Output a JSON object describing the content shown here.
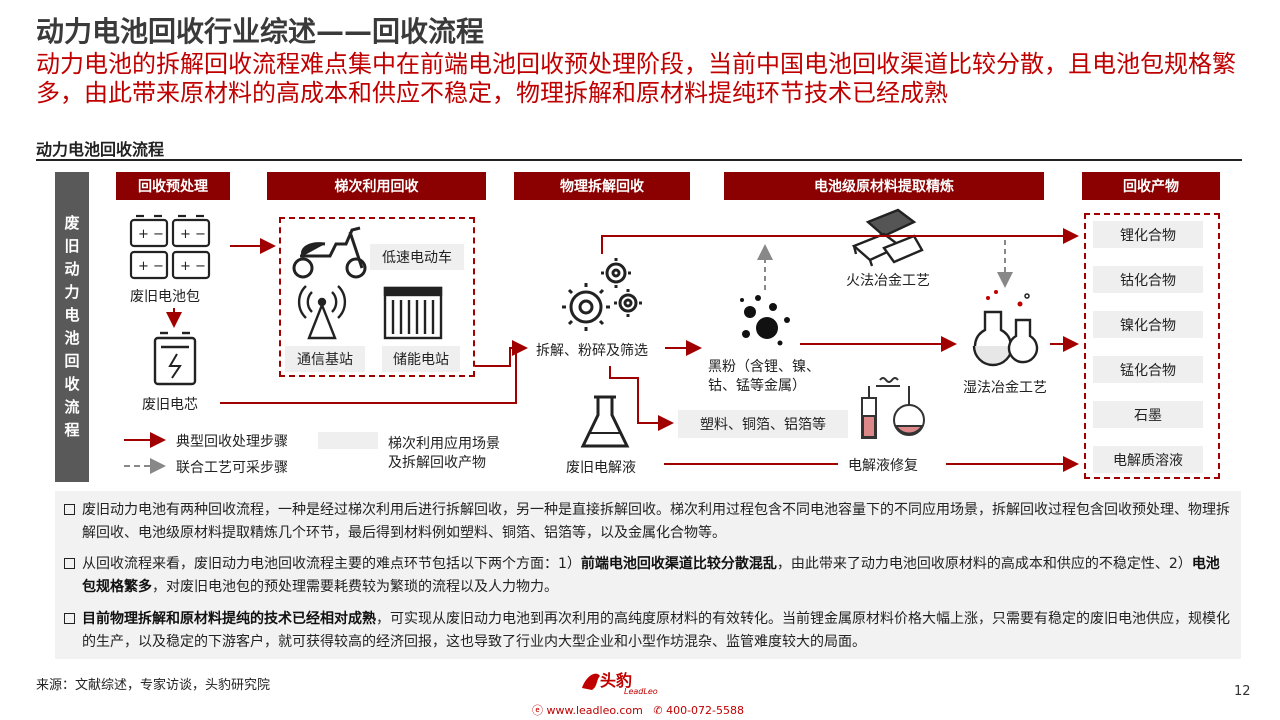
{
  "header": {
    "title": "动力电池回收行业综述——回收流程",
    "subtitle": "动力电池的拆解回收流程难点集中在前端电池回收预处理阶段，当前中国电池回收渠道比较分散，且电池包规格繁多，由此带来原材料的高成本和供应不稳定，物理拆解和原材料提纯环节技术已经成熟"
  },
  "section": {
    "heading": "动力电池回收流程"
  },
  "sidebar": {
    "chars": [
      "废",
      "旧",
      "动",
      "力",
      "电",
      "池",
      "回",
      "收",
      "流",
      "程"
    ]
  },
  "stages": {
    "pretreat": "回收预处理",
    "cascade": "梯次利用回收",
    "physical": "物理拆解回收",
    "refine": "电池级原材料提取精炼",
    "products": "回收产物"
  },
  "nodes": {
    "battery_pack": "废旧电池包",
    "battery_cell": "废旧电芯",
    "ev": "低速电动车",
    "telecom": "通信基站",
    "storage": "储能电站",
    "dismantle": "拆解、粉碎及筛选",
    "black_powder_1": "黑粉（含锂、镍、",
    "black_powder_2": "钴、锰等金属）",
    "pyro": "火法冶金工艺",
    "hydro": "湿法冶金工艺",
    "plastics": "塑料、铜箔、铝箔等",
    "electrolyte": "废旧电解液",
    "electrolyte_repair": "电解液修复"
  },
  "products": [
    "锂化合物",
    "钴化合物",
    "镍化合物",
    "锰化合物",
    "石墨",
    "电解质溶液"
  ],
  "legend": {
    "solid": "典型回收处理步骤",
    "dashed": "联合工艺可采步骤",
    "gray_1": "梯次利用应用场景",
    "gray_2": "及拆解回收产物"
  },
  "notes": {
    "n1": "废旧动力电池有两种回收流程，一种是经过梯次利用后进行拆解回收，另一种是直接拆解回收。梯次利用过程包含不同电池容量下的不同应用场景，拆解回收过程包含回收预处理、物理拆解回收、电池级原材料提取精炼几个环节，最后得到材料例如塑料、铜箔、铝箔等，以及金属化合物等。",
    "n2_a": "从回收流程来看，废旧动力电池回收流程主要的难点环节包括以下两个方面：1）",
    "n2_b": "前端电池回收渠道比较分散混乱",
    "n2_c": "，由此带来了动力电池回收原材料的高成本和供应的不稳定性、2）",
    "n2_d": "电池包规格繁多",
    "n2_e": "，对废旧电池包的预处理需要耗费较为繁琐的流程以及人力物力。",
    "n3_a": "目前物理拆解和原材料提纯的技术已经相对成熟",
    "n3_b": "，可实现从废旧动力电池到再次利用的高纯度原材料的有效转化。当前锂金属原材料价格大幅上涨，只需要有稳定的废旧电池供应，规模化的生产，以及稳定的下游客户，就可获得较高的经济回报，这也导致了行业内大型企业和小型作坊混杂、监管难度较大的局面。"
  },
  "footer": {
    "source": "来源：文献综述，专家访谈，头豹研究院",
    "brand": "头豹",
    "brand_en": "LeadLeo",
    "website": "www.leadleo.com",
    "phone": "400-072-5588",
    "page": "12"
  },
  "colors": {
    "accent": "#c00000",
    "stage": "#8b0000",
    "sidebar": "#595959",
    "tag": "#efefef"
  }
}
